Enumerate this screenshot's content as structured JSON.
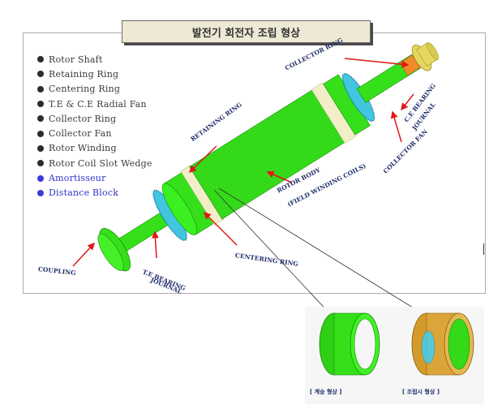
{
  "title": "발전기 회전자 조립 형상",
  "components": [
    {
      "label": "Rotor Shaft",
      "highlight": false
    },
    {
      "label": "Retaining Ring",
      "highlight": false
    },
    {
      "label": "Centering Ring",
      "highlight": false
    },
    {
      "label": "T.E & C.E Radial Fan",
      "highlight": false
    },
    {
      "label": "Collector Ring",
      "highlight": false
    },
    {
      "label": "Collector Fan",
      "highlight": false
    },
    {
      "label": "Rotor Winding",
      "highlight": false
    },
    {
      "label": "Rotor Coil Slot Wedge",
      "highlight": false
    },
    {
      "label": "Amortisseur",
      "highlight": true
    },
    {
      "label": "Distance Block",
      "highlight": true
    }
  ],
  "callouts": {
    "collector_ring_top": "COLLECTOR RING",
    "retaining_ring": "RETAINING RING",
    "ce_bearing_journal_1": "C.E BEARING",
    "ce_bearing_journal_2": "JOURNAL",
    "collector_fan": "COLLECTOR FAN",
    "rotor_body": "ROTOR BODY",
    "field_winding": "(FIELD WINDING COILS)",
    "centering_ring": "CENTERING RING",
    "coupling": "COUPLING",
    "te_bearing_journal_1": "T.E BEARING",
    "te_bearing_journal_2": "JOURNAL"
  },
  "details": {
    "left_caption": "[ 계승 형상 ]",
    "right_caption": "[ 조립시 형상 ]"
  },
  "colors": {
    "rotor_green": "#35e01a",
    "ring_cream": "#f2efc8",
    "fan_cyan": "#42c6e0",
    "journal_orange": "#f28a2a",
    "collector_yellow": "#e4d860",
    "arrow_red": "#e01818",
    "label_navy": "#1f2d6a",
    "accent_blue": "#3333cc"
  }
}
